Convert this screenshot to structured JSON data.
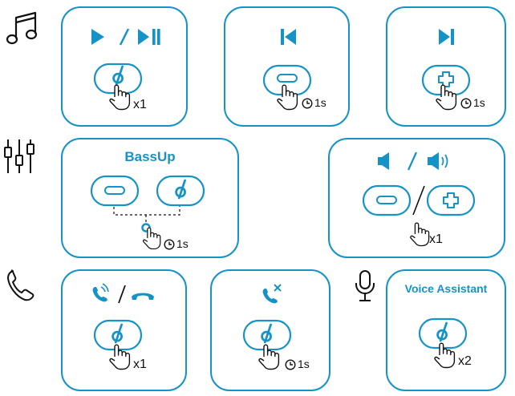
{
  "colors": {
    "accent": "#1593c7",
    "line": "#1a1a1a",
    "dot": "#1593c7"
  },
  "sections": {
    "music": {
      "play_pause": {
        "tap": "x1"
      },
      "previous": {
        "hold": "1s"
      },
      "next": {
        "hold": "1s"
      }
    },
    "eq": {
      "bassup": {
        "title": "BassUp",
        "hold": "1s"
      },
      "volume": {
        "tap": "x1"
      }
    },
    "call": {
      "answer_end": {
        "tap": "x1"
      },
      "reject": {
        "hold": "1s"
      }
    },
    "voice": {
      "assistant": {
        "title": "Voice Assistant",
        "tap": "x2"
      }
    }
  },
  "icons": [
    "music-note-icon",
    "equalizer-icon",
    "phone-icon",
    "microphone-icon",
    "play-icon",
    "play-pause-icon",
    "previous-track-icon",
    "next-track-icon",
    "volume-down-icon",
    "volume-up-icon",
    "incoming-call-icon",
    "end-call-icon",
    "reject-call-icon",
    "hand-pointer-icon",
    "clock-icon",
    "minus-button-icon",
    "plus-button-icon",
    "logo-button-icon"
  ]
}
